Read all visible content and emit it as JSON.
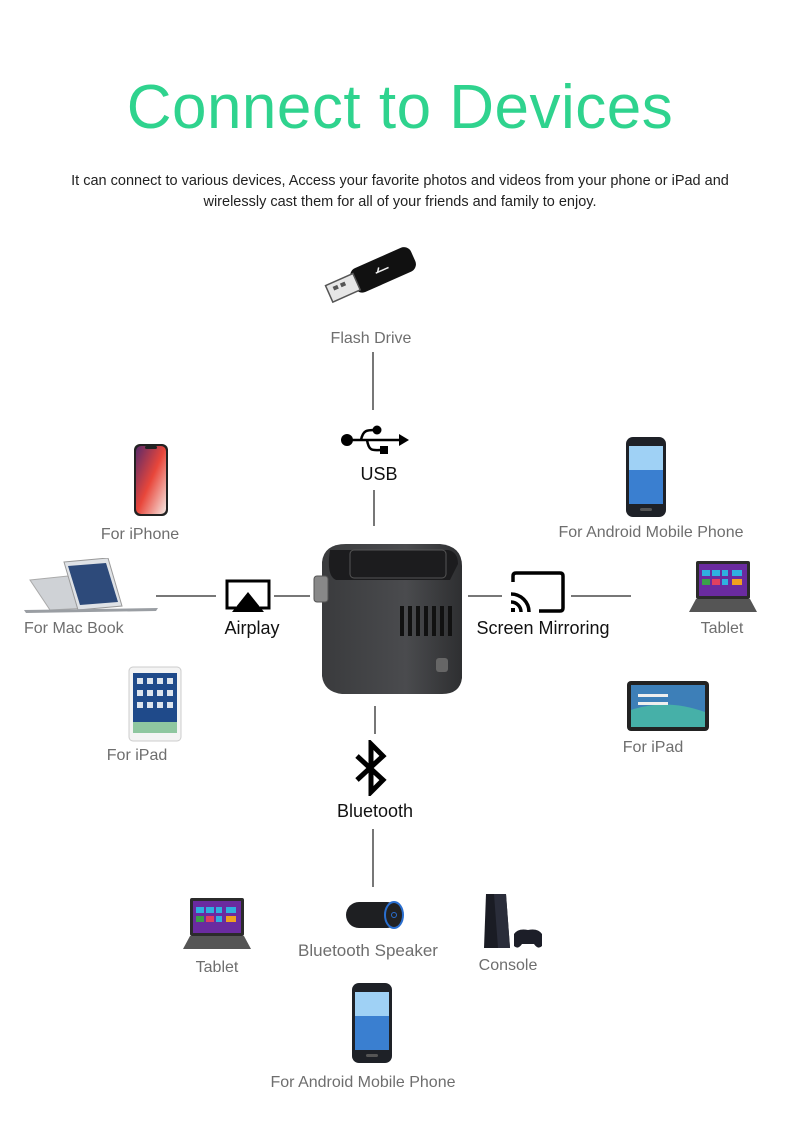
{
  "header": {
    "title": "Connect to Devices",
    "subtitle_line1": "It can connect to various devices, Access your favorite photos and videos from your phone or iPad and",
    "subtitle_line2": "wirelessly cast them for all of your friends and family to enjoy."
  },
  "colors": {
    "accent": "#2fd38e",
    "label_grey": "#6e6e6e",
    "hub_label": "#111111",
    "device_body": "#3a3b3d"
  },
  "hubs": {
    "usb": {
      "label": "USB",
      "icon": "usb-icon"
    },
    "airplay": {
      "label": "Airplay",
      "icon": "airplay-icon"
    },
    "mirroring": {
      "label": "Screen Mirroring",
      "icon": "cast-icon"
    },
    "bluetooth": {
      "label": "Bluetooth",
      "icon": "bluetooth-icon"
    }
  },
  "devices": {
    "flash_drive": "Flash Drive",
    "iphone": "For iPhone",
    "macbook": "For Mac Book",
    "ipad_left": "For iPad",
    "android_top": "For Android Mobile Phone",
    "tablet_right": "Tablet",
    "ipad_right": "For iPad",
    "tablet_bottom": "Tablet",
    "speaker": "Bluetooth Speaker",
    "console": "Console",
    "android_bottom": "For Android Mobile Phone"
  }
}
